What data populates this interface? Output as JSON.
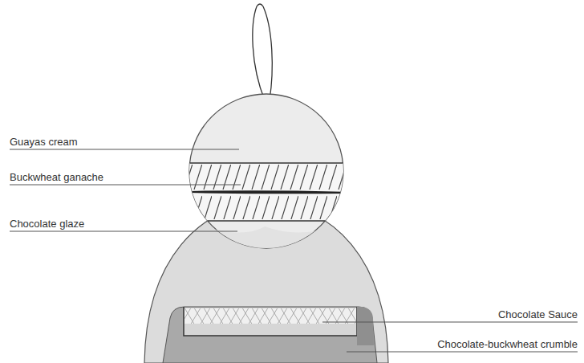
{
  "diagram": {
    "labels": [
      "Guayas cream",
      "Buckwheat ganache",
      "Chocolate glaze",
      "Chocolate Sauce",
      "Chocolate-buckwheat crumble"
    ]
  }
}
